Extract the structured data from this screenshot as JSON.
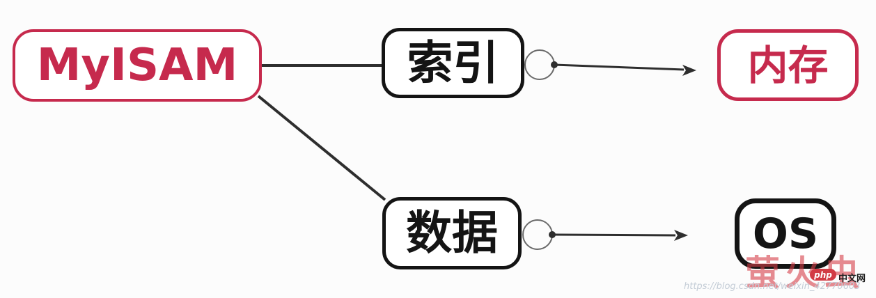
{
  "diagram": {
    "type": "mindmap",
    "nodes": {
      "myisam": {
        "label": "MyISAM",
        "color": "#c62a4d",
        "shape": "rounded-rect"
      },
      "index": {
        "label": "索引",
        "color": "#141414",
        "shape": "rounded-rect"
      },
      "data": {
        "label": "数据",
        "color": "#141414",
        "shape": "rounded-rect"
      },
      "memory": {
        "label": "内存",
        "color": "#c62a4d",
        "shape": "rounded-rect"
      },
      "os": {
        "label": "OS",
        "color": "#141414",
        "shape": "rounded-rect"
      }
    },
    "edges": [
      {
        "from": "myisam",
        "to": "index",
        "style": "plain-line"
      },
      {
        "from": "myisam",
        "to": "data",
        "style": "plain-line"
      },
      {
        "from": "index",
        "to": "memory",
        "style": "circle-dot-arrow"
      },
      {
        "from": "data",
        "to": "os",
        "style": "circle-dot-arrow"
      }
    ],
    "line_color": "#2e2e2e"
  },
  "watermark": {
    "brand_text": "萤火虫",
    "logo_text": "php",
    "site_text": "中文网",
    "url": "https://blog.csdn.net/weixin_42770603",
    "brand_color": "#d63e48",
    "logo_bg_color": "#d23c45"
  }
}
